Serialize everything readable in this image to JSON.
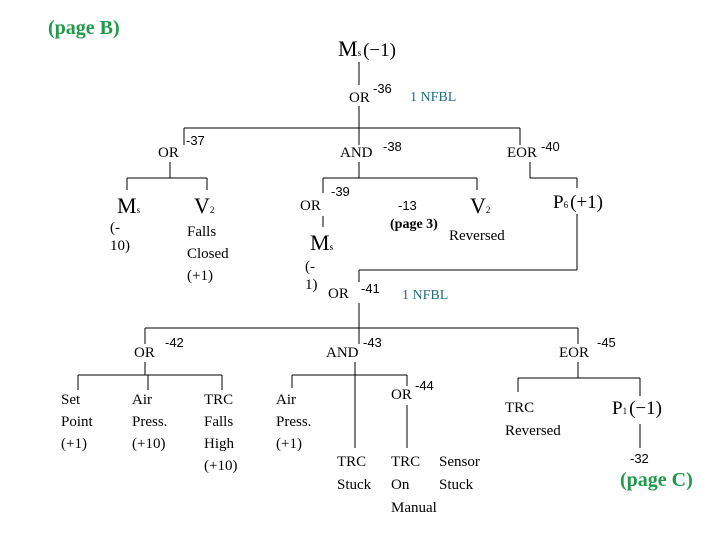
{
  "page_b": "(page B)",
  "page_c": "(page C)",
  "page_3": "(page 3)",
  "top": {
    "symbol": "M",
    "sub": "s",
    "arg": "(−1)",
    "gate": "OR",
    "num": "-36",
    "note": "1  NFBL"
  },
  "or37": {
    "gate": "OR",
    "num": "-37"
  },
  "and38": {
    "gate": "AND",
    "num": "-38"
  },
  "eor40": {
    "gate": "EOR",
    "num": "-40"
  },
  "ms_left": {
    "symbol": "M",
    "sub": "s",
    "value": "(-\n10)"
  },
  "v2_left": {
    "symbol": "V",
    "sub": "2",
    "desc": "Falls\nClosed\n(+1)"
  },
  "or39": {
    "gate": "OR",
    "num": "-39"
  },
  "ms_mid": {
    "symbol": "M",
    "sub": "s",
    "value": "(-\n1)"
  },
  "n13": {
    "num": "-13"
  },
  "v2_right": {
    "symbol": "V",
    "sub": "2",
    "desc": "Reversed"
  },
  "p6": {
    "symbol": "P",
    "sub": "6",
    "arg": "(+1)"
  },
  "or41": {
    "gate": "OR",
    "num": "-41",
    "note": "1  NFBL"
  },
  "or42": {
    "gate": "OR",
    "num": "-42"
  },
  "and43": {
    "gate": "AND",
    "num": "-43"
  },
  "eor45": {
    "gate": "EOR",
    "num": "-45"
  },
  "or44": {
    "gate": "OR",
    "num": "-44"
  },
  "leaves": {
    "set_point": "Set\nPoint\n(+1)",
    "air_press_10": "Air\nPress.\n(+10)",
    "trc_falls_high": "TRC\nFalls\nHigh\n(+10)",
    "air_press_1": "Air\nPress.\n(+1)",
    "trc_stuck": "TRC\nStuck",
    "trc_on_manual": "TRC\nOn\nManual",
    "sensor_stuck": "Sensor\nStuck",
    "trc_reversed": "TRC\nReversed"
  },
  "p1": {
    "symbol": "P",
    "sub": "1",
    "arg": "(−1)",
    "num": "-32"
  }
}
